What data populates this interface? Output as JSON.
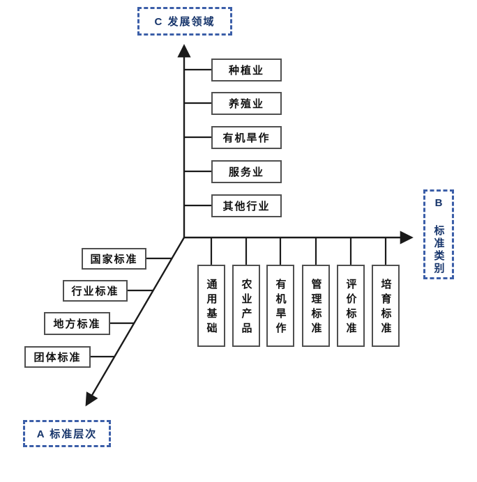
{
  "diagram": {
    "title": "standards-system-three-axis-diagram",
    "axes": {
      "c": {
        "label": "C 发展领域",
        "items": [
          "种植业",
          "养殖业",
          "有机旱作",
          "服务业",
          "其他行业"
        ]
      },
      "b": {
        "label": "B 标准类别",
        "items": [
          "通用基础",
          "农业产品",
          "有机旱作",
          "管理标准",
          "评价标准",
          "培育标准"
        ]
      },
      "a": {
        "label": "A 标准层次",
        "items": [
          "国家标准",
          "行业标准",
          "地方标准",
          "团体标准"
        ]
      }
    },
    "colors": {
      "accent_blue": "#3b5ea8",
      "label_text": "#17356b",
      "line_black": "#1a1a1a",
      "box_border": "#4f4f4f",
      "background": "#ffffff"
    }
  }
}
